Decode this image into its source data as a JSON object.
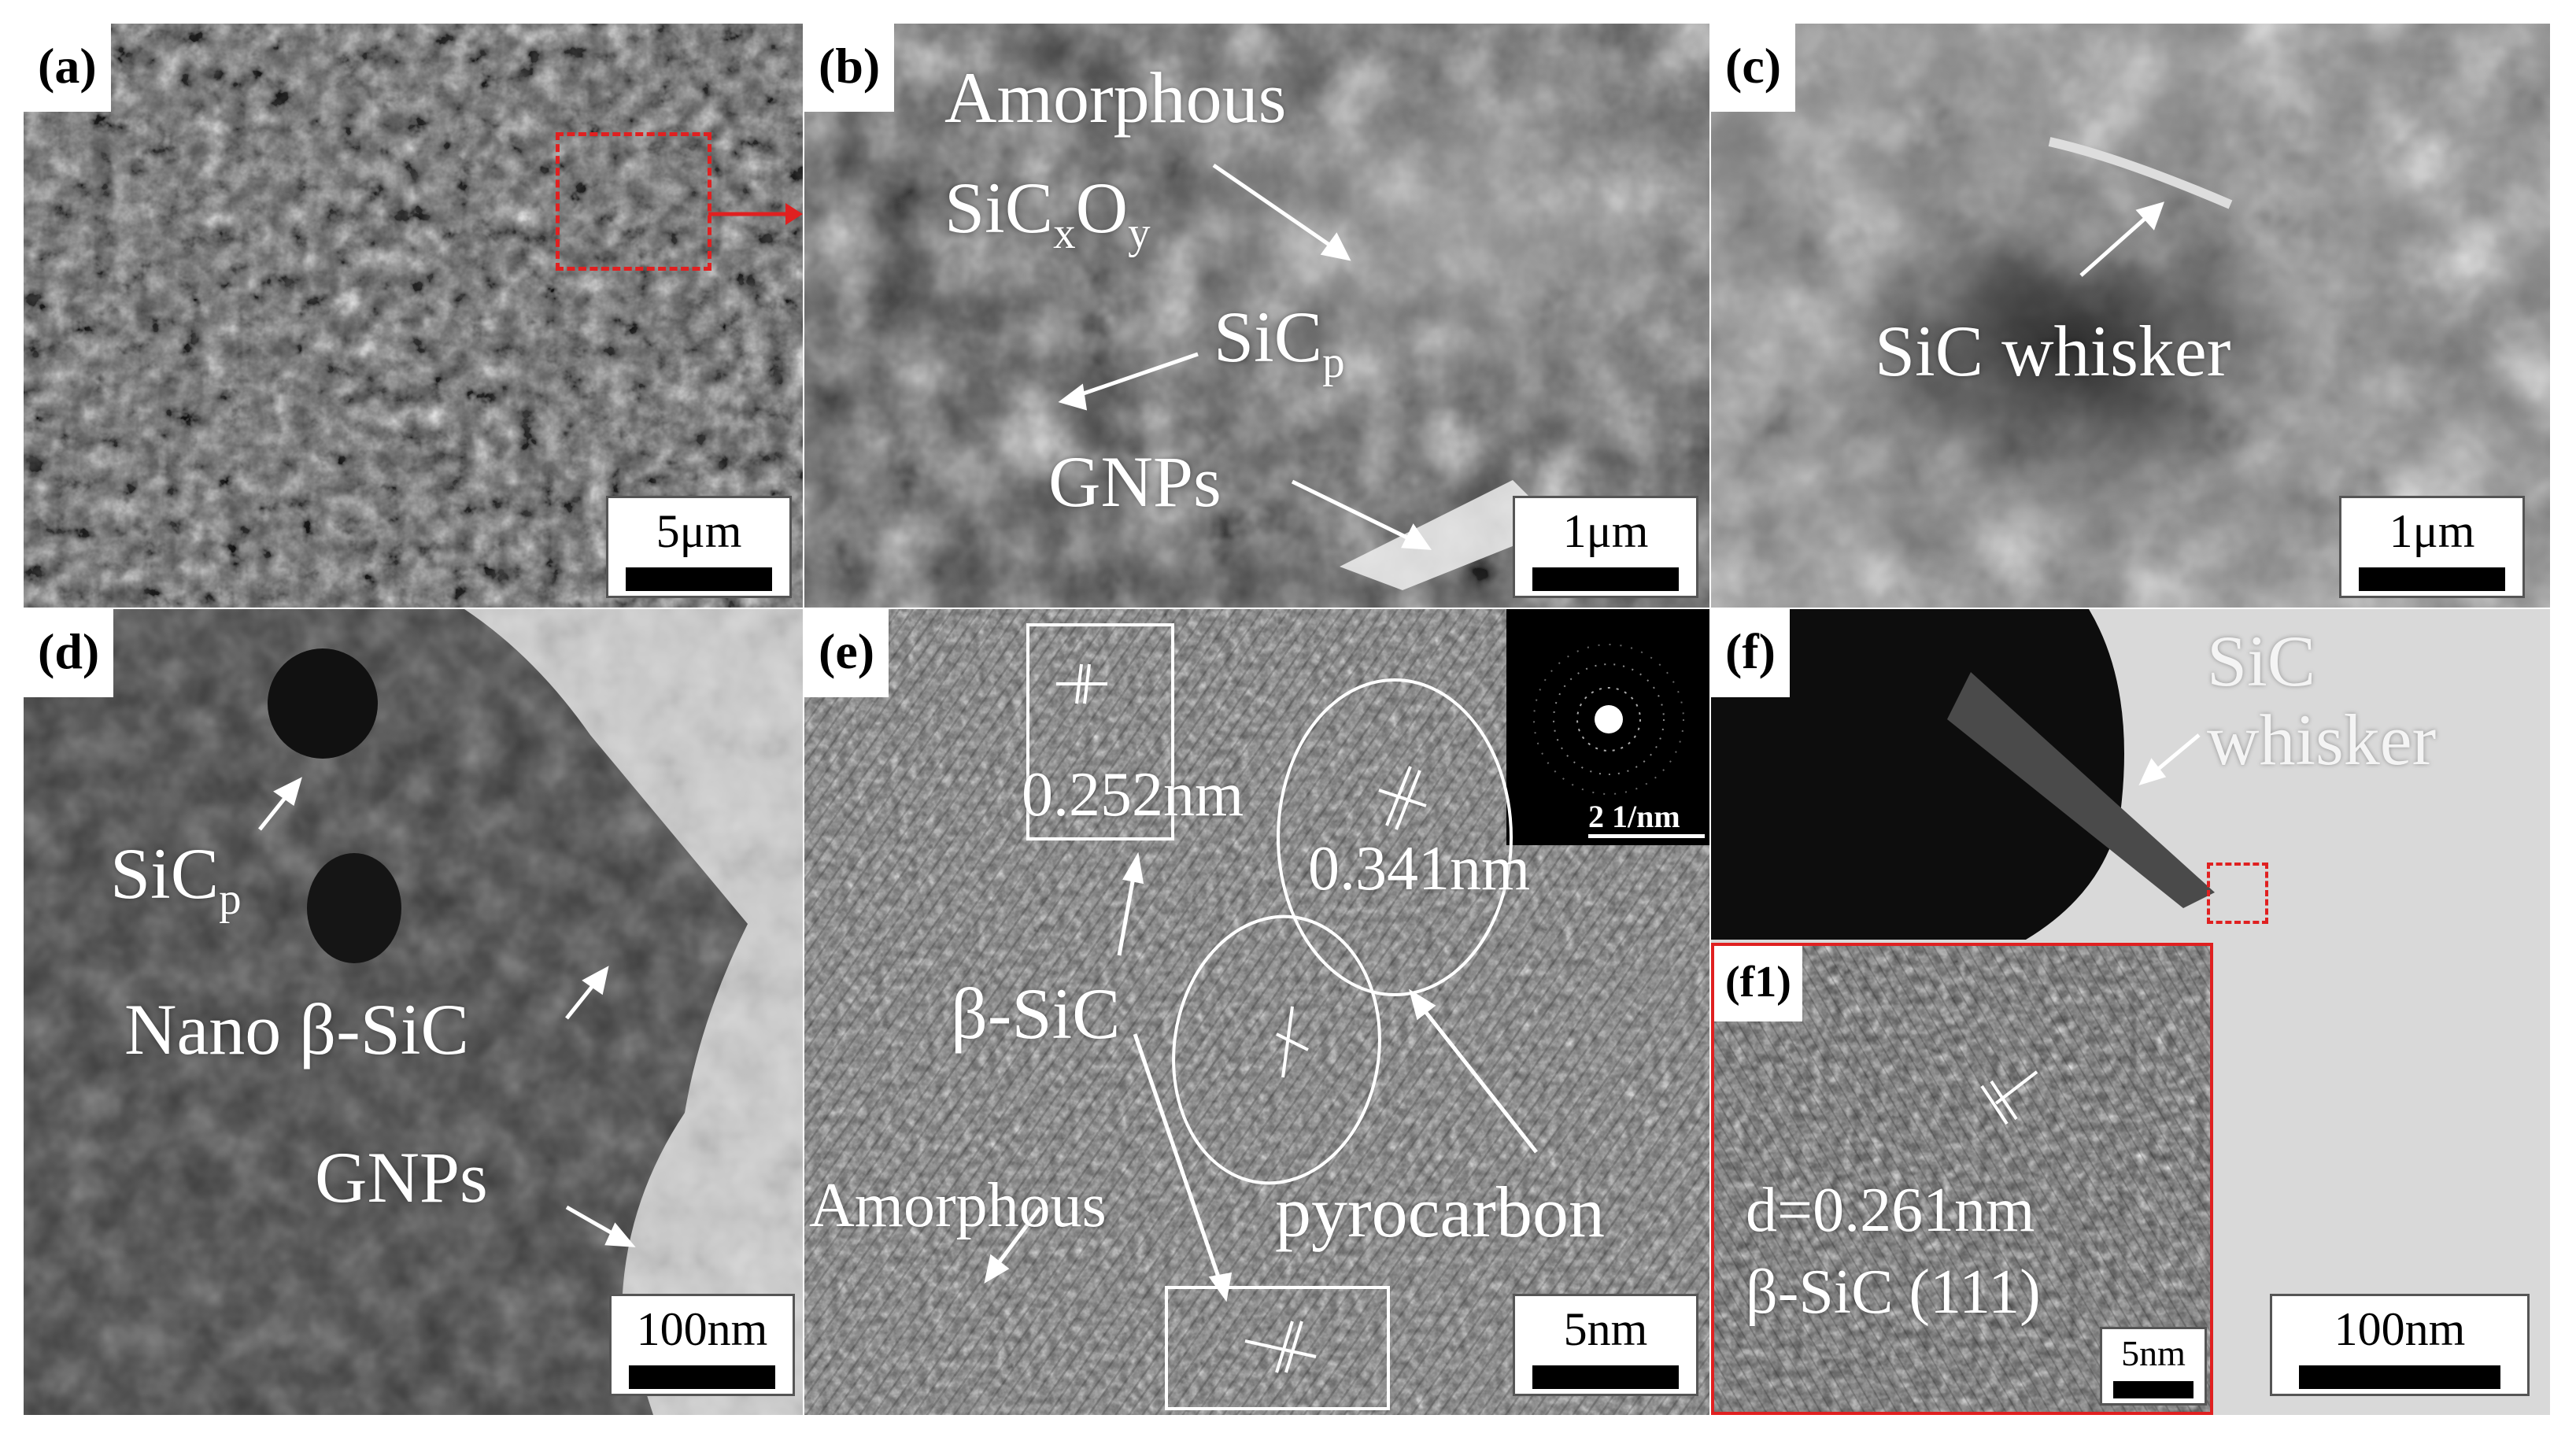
{
  "panels": {
    "a": {
      "label": "(a)",
      "scale": "5μm"
    },
    "b": {
      "label": "(b)",
      "scale": "1μm",
      "amorphous_line1": "Amorphous",
      "sicxoy_base": "SiC",
      "sicxoy_x": "x",
      "sicxoy_o": "O",
      "sicxoy_y": "y",
      "sicp_base": "SiC",
      "sicp_sub": "p",
      "gnps": "GNPs"
    },
    "c": {
      "label": "(c)",
      "scale": "1μm",
      "whisker": "SiC whisker"
    },
    "d": {
      "label": "(d)",
      "scale": "100nm",
      "sicp_base": "SiC",
      "sicp_sub": "p",
      "nano": "Nano β-SiC",
      "gnps": "GNPs"
    },
    "e": {
      "label": "(e)",
      "scale": "5nm",
      "d1": "0.252nm",
      "d2": "0.341nm",
      "beta": "β-SiC",
      "amorphous": "Amorphous",
      "pyrocarbon": "pyrocarbon",
      "saed_scale": "2 1/nm"
    },
    "f": {
      "label": "(f)",
      "scale": "100nm",
      "sic": "SiC",
      "whisker": "whisker"
    },
    "f1": {
      "label": "(f1)",
      "scale": "5nm",
      "dspacing": "d=0.261nm",
      "plane": "β-SiC (111)"
    }
  },
  "colors": {
    "annotation": "#ffffff",
    "highlight_box": "#e02020"
  }
}
